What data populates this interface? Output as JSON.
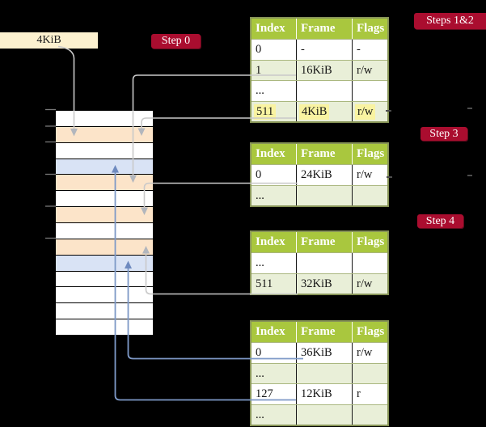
{
  "cr3_box": {
    "label": "4KiB"
  },
  "badges": {
    "step0": {
      "label": "Step 0"
    },
    "steps12": {
      "label": "Steps 1&2"
    },
    "step3": {
      "label": "Step 3"
    },
    "step4": {
      "label": "Step 4"
    }
  },
  "memory": {
    "rows": [
      "free",
      "pt",
      "free",
      "mapped",
      "pt",
      "free",
      "pt",
      "free",
      "pt",
      "mapped",
      "free",
      "free",
      "free",
      "free"
    ]
  },
  "tables": [
    {
      "headers": [
        "Index",
        "Frame",
        "Flags"
      ],
      "rows": [
        {
          "cells": [
            "0",
            "-",
            "-"
          ],
          "highlight": false
        },
        {
          "cells": [
            "1",
            "16KiB",
            "r/w"
          ],
          "highlight": false
        },
        {
          "cells": [
            "...",
            "",
            ""
          ],
          "highlight": false
        },
        {
          "cells": [
            "511",
            "4KiB",
            "r/w"
          ],
          "highlight": true
        }
      ]
    },
    {
      "headers": [
        "Index",
        "Frame",
        "Flags"
      ],
      "rows": [
        {
          "cells": [
            "0",
            "24KiB",
            "r/w"
          ],
          "highlight": false
        },
        {
          "cells": [
            "...",
            "",
            ""
          ],
          "highlight": false
        }
      ]
    },
    {
      "headers": [
        "Index",
        "Frame",
        "Flags"
      ],
      "rows": [
        {
          "cells": [
            "...",
            "",
            ""
          ],
          "highlight": false
        },
        {
          "cells": [
            "511",
            "32KiB",
            "r/w"
          ],
          "highlight": false
        }
      ]
    },
    {
      "headers": [
        "Index",
        "Frame",
        "Flags"
      ],
      "rows": [
        {
          "cells": [
            "0",
            "36KiB",
            "r/w"
          ],
          "highlight": false
        },
        {
          "cells": [
            "...",
            "",
            ""
          ],
          "highlight": false
        },
        {
          "cells": [
            "127",
            "12KiB",
            "r"
          ],
          "highlight": false
        },
        {
          "cells": [
            "...",
            "",
            ""
          ],
          "highlight": false
        }
      ]
    }
  ],
  "colors": {
    "page_table_frame": "#fce4c9",
    "mapped_frame": "#d9e3f5",
    "free_frame": "#ffffff",
    "table_header_green": "#a9c73e",
    "table_row_green": "#e9efd8",
    "badge_red": "#aa0d2f",
    "highlight_yellow": "#f9f3a1",
    "cr3_box_cream": "#fcf1cf",
    "connector_gray": "#c9c9c9",
    "connector_blue": "#7e99c7"
  }
}
